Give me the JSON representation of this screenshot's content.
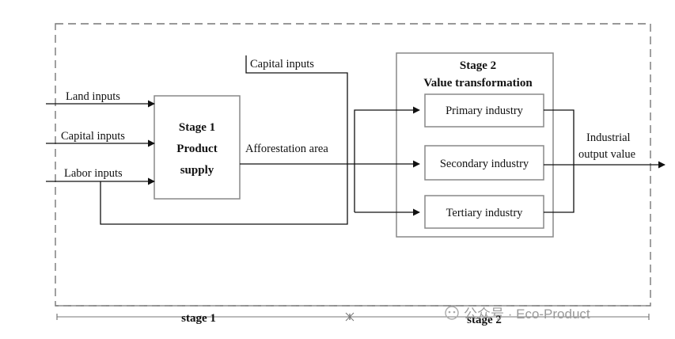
{
  "inputs": {
    "land": "Land inputs",
    "capital": "Capital inputs",
    "labor": "Labor inputs",
    "capital_top": "Capital inputs"
  },
  "stage1": {
    "line1": "Stage 1",
    "line2": "Product",
    "line3": "supply"
  },
  "afforestation": "Afforestation area",
  "stage2": {
    "line1": "Stage 2",
    "line2": "Value transformation"
  },
  "industries": {
    "primary": "Primary industry",
    "secondary": "Secondary industry",
    "tertiary": "Tertiary industry"
  },
  "output": {
    "line1": "Industrial",
    "line2": "output value"
  },
  "bottom": {
    "stage1": "stage 1",
    "stage2": "stage 2"
  },
  "watermark": "公众号 · Eco-Product",
  "colors": {
    "line": "#111111",
    "dashed": "#777777",
    "box_border": "#888888",
    "watermark": "#9a9a9a"
  }
}
